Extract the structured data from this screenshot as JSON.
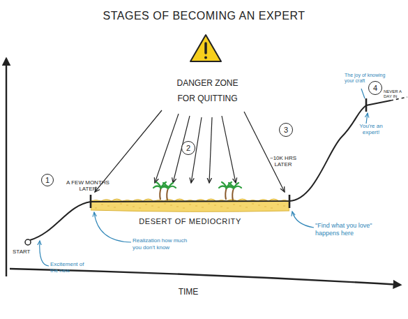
{
  "diagram": {
    "title": "STAGES OF BECOMING AN EXPERT",
    "nodes": [
      {
        "text": [
          "1"
        ]
      },
      {
        "text": [
          "2"
        ]
      },
      {
        "text": [
          "DESERT OF MEDIOCRITY"
        ]
      },
      {
        "text": [
          "3"
        ]
      },
      {
        "text": [
          "4"
        ]
      }
    ],
    "labels": [
      "DANGER ZONE FOR QUITTING",
      "A FEW MONTHS LATER",
      "~10K HRS LATER",
      "START",
      "Excitement of the new",
      "Realization how much you don't know",
      "\"Find what you love\" happens here",
      "You're an expert!",
      "The joy of knowing your craft",
      "NEVER A DAY IN",
      "TIME"
    ]
  }
}
